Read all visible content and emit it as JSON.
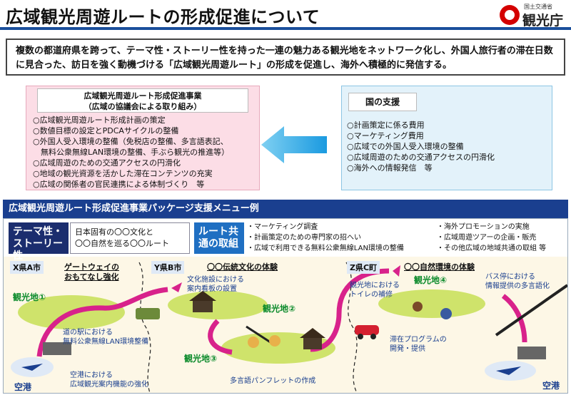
{
  "header": {
    "title": "広域観光周遊ルートの形成促進について",
    "logo_sub": "国土交通省",
    "logo_main": "観光庁"
  },
  "intro": {
    "line1": "複数の都道府県を跨って、テーマ性・ストーリー性を持った一連の魅力ある観光地をネットワーク化し、外国人旅行者の滞在日数",
    "line2": "に見合った、訪日を強く動機づける「広域観光周遊ルート」の形成を促進し、海外へ積極的に発信する。"
  },
  "left_box": {
    "head1": "広域観光周遊ルート形成促進事業",
    "head2": "（広域の協議会による取り組み）",
    "items": [
      "○広域観光周遊ルート形成計画の策定",
      "○数値目標の設定とPDCAサイクルの整備",
      "○外国人受入環境の整備（免税店の整備、多言語表記、",
      "　無料公衆無線LAN環境の整備、手ぶら観光の推進等）",
      "○広域周遊のための交通アクセスの円滑化",
      "○地域の観光資源を活かした滞在コンテンツの充実",
      "○広域の関係者の官民連携による体制づくり　等"
    ]
  },
  "right_box": {
    "head": "国の支援",
    "items": [
      "○計画策定に係る費用",
      "○マーケティング費用",
      "○広域での外国人受入環境の整備",
      "○広域周遊のための交通アクセスの円滑化",
      "○海外への情報発信　等"
    ]
  },
  "package": {
    "title": "広域観光周遊ルート形成促進事業パッケージ支援メニュー例",
    "theme_label": "テーマ性・ストーリー性",
    "theme_text1": "日本固有の〇〇文化と",
    "theme_text2": "〇〇自然を巡る〇〇ルート",
    "route_label": "ルート共通の取組",
    "route_items_mid": [
      "・マーケティング調査",
      "・計画策定のための専門家の招へい",
      "・広域で利用できる無料公衆無線LAN環境の整備"
    ],
    "route_items_right": [
      "・海外プロモーションの実施",
      "・広域周遊ツアーの企画・販売",
      "・その他広域の地域共通の取組 等"
    ]
  },
  "scene": {
    "x_pref": "X県A市",
    "x_theme1": "ゲートウェイの",
    "x_theme2": "おもてなし強化",
    "y_pref": "Y県B市",
    "y_theme": "〇〇伝統文化の体験",
    "z_pref": "Z県C町",
    "z_theme": "〇〇自然環境の体験",
    "spot1": "観光地①",
    "spot2": "観光地②",
    "spot3": "観光地③",
    "spot4": "観光地④",
    "airport_left": "空港",
    "airport_right": "空港",
    "note_michinoeki1": "道の駅における",
    "note_michinoeki2": "無料公衆無線LAN環境整備",
    "note_airport1": "空港における",
    "note_airport2": "広域観光案内機能の強化",
    "note_culture1": "文化施設における",
    "note_culture2": "案内看板の設置",
    "note_pamphlet": "多言語パンフレットの作成",
    "note_toilet1": "観光地における",
    "note_toilet2": "トイレの補修",
    "note_stay1": "滞在プログラムの",
    "note_stay2": "開発・提供",
    "note_bus1": "バス停における",
    "note_bus2": "情報提供の多言語化"
  },
  "colors": {
    "title_rule": "#1a4f9c",
    "left_box_bg": "#fcdde6",
    "right_box_bg": "#e3f2fa",
    "arrow": "#1aa0e0",
    "package_bar": "#1a3f8f",
    "route_pink": "#d8228b",
    "spot_green": "#0a8a2a"
  }
}
